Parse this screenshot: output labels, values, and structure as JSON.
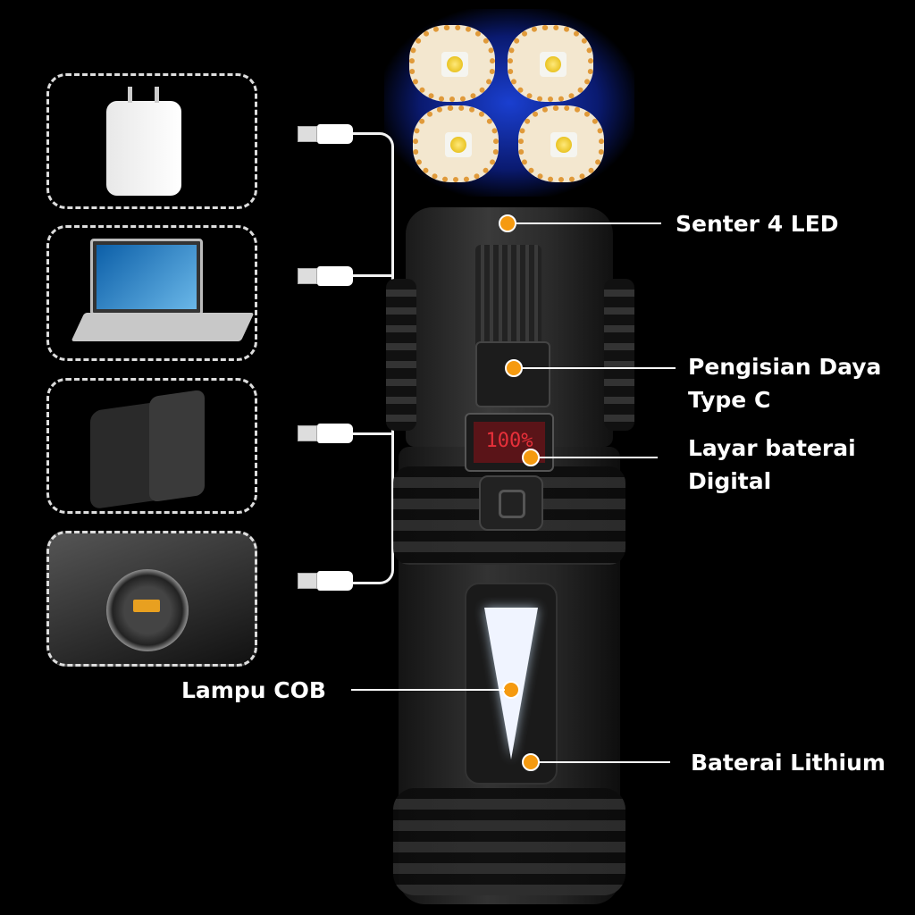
{
  "sources": [
    {
      "name": "wall-charger",
      "icon": "charger-icon"
    },
    {
      "name": "laptop",
      "icon": "laptop-icon"
    },
    {
      "name": "power-bank",
      "icon": "power-bank-icon"
    },
    {
      "name": "car-charger",
      "icon": "car-charger-icon"
    }
  ],
  "display": {
    "battery_percent": "100%"
  },
  "labels": {
    "led": "Senter 4 LED",
    "typec_line1": "Pengisian Daya",
    "typec_line2": "Type C",
    "screen_line1": "Layar baterai",
    "screen_line2": "Digital",
    "cob": "Lampu COB",
    "battery": "Baterai Lithium"
  },
  "colors": {
    "accent": "#f59a10",
    "background": "#000000",
    "display": "#e8303a"
  }
}
